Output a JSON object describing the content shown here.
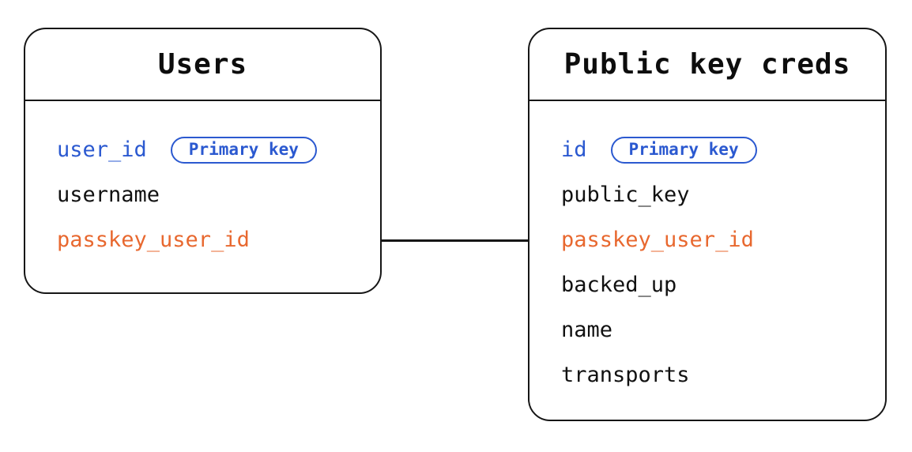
{
  "diagram": {
    "colors": {
      "primary_key_blue": "#2b59d0",
      "linked_field_orange": "#e8682f",
      "line_black": "#161616",
      "background": "#ffffff"
    },
    "tables": [
      {
        "title": "Users",
        "fields": [
          {
            "name": "user_id",
            "role": "primary-key",
            "badge": "Primary key"
          },
          {
            "name": "username",
            "role": "normal"
          },
          {
            "name": "passkey_user_id",
            "role": "linked"
          }
        ]
      },
      {
        "title": "Public key creds",
        "fields": [
          {
            "name": "id",
            "role": "primary-key",
            "badge": "Primary key"
          },
          {
            "name": "public_key",
            "role": "normal"
          },
          {
            "name": "passkey_user_id",
            "role": "linked"
          },
          {
            "name": "backed_up",
            "role": "normal"
          },
          {
            "name": "name",
            "role": "normal"
          },
          {
            "name": "transports",
            "role": "normal"
          }
        ]
      }
    ],
    "connector": {
      "from_table": "Users",
      "from_field": "passkey_user_id",
      "to_table": "Public key creds",
      "to_field": "passkey_user_id"
    }
  }
}
